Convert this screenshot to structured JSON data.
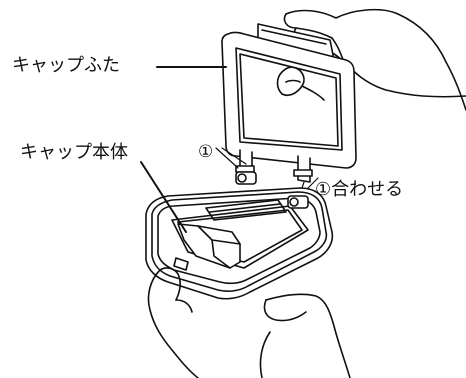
{
  "labels": {
    "cap_lid": "キャップふた",
    "cap_body": "キャップ本体",
    "align_marker": "①",
    "align_instruction": "①合わせる"
  },
  "colors": {
    "line": "#111111",
    "background": "#ffffff",
    "fill_light": "#ffffff",
    "shade": "#e6e6e6"
  }
}
